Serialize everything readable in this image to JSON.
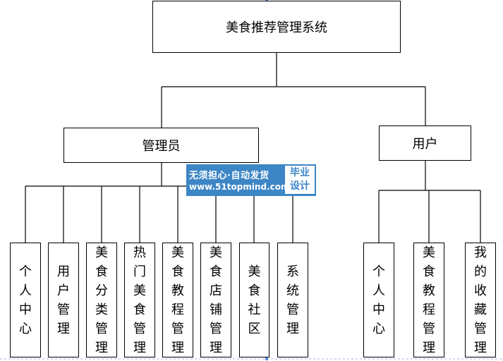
{
  "root": {
    "label": "美食推荐管理系统"
  },
  "branches": {
    "admin": {
      "label": "管理员",
      "children": [
        "个人中心",
        "用户管理",
        "美食分类管理",
        "热门美食管理",
        "美食教程管理",
        "美食店铺管理",
        "美食社区",
        "系统管理"
      ]
    },
    "user": {
      "label": "用户",
      "children": [
        "个人中心",
        "美食教程管理",
        "我的收藏管理"
      ]
    }
  },
  "watermark": {
    "line1": "无须担心·自动发货",
    "line2": "www.51topmind.com",
    "tag_line1": "毕业",
    "tag_line2": "设计"
  },
  "colors": {
    "line": "#000000",
    "watermark_bg": "#3d86c6"
  }
}
